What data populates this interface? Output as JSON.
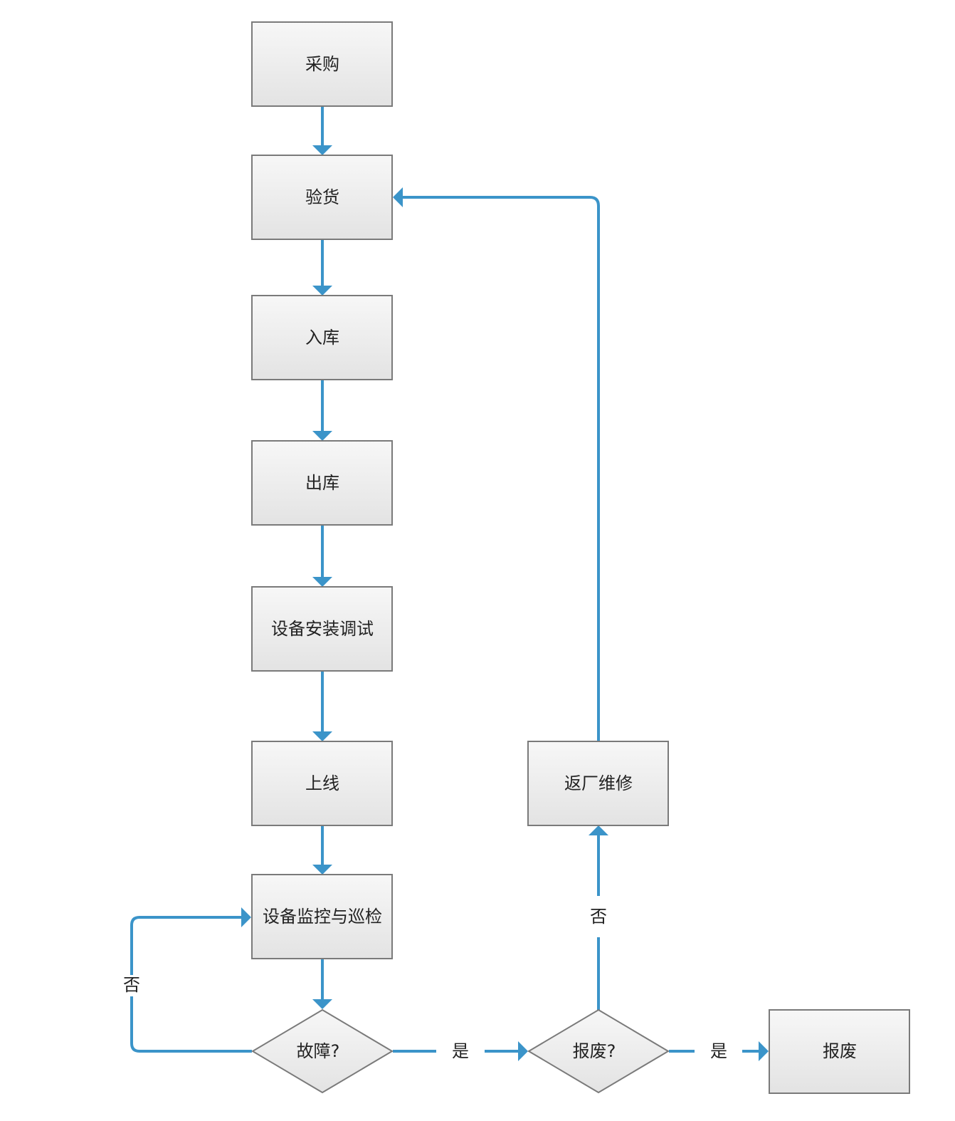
{
  "nodes": {
    "purchase": "采购",
    "inspection": "验货",
    "warehousing_in": "入库",
    "warehousing_out": "出库",
    "install_debug": "设备安装调试",
    "go_live": "上线",
    "monitor_inspect": "设备监控与巡检",
    "fault_decision": "故障?",
    "scrap_decision": "报废?",
    "return_repair": "返厂维修",
    "scrap": "报废"
  },
  "edge_labels": {
    "fault_no": "否",
    "fault_yes": "是",
    "scrap_no": "否",
    "scrap_yes": "是"
  },
  "colors": {
    "connector": "#3b94c9",
    "box_border": "#7a7a7a",
    "box_fill_top": "#f7f7f7",
    "box_fill_bottom": "#e3e3e3",
    "text": "#222222"
  }
}
